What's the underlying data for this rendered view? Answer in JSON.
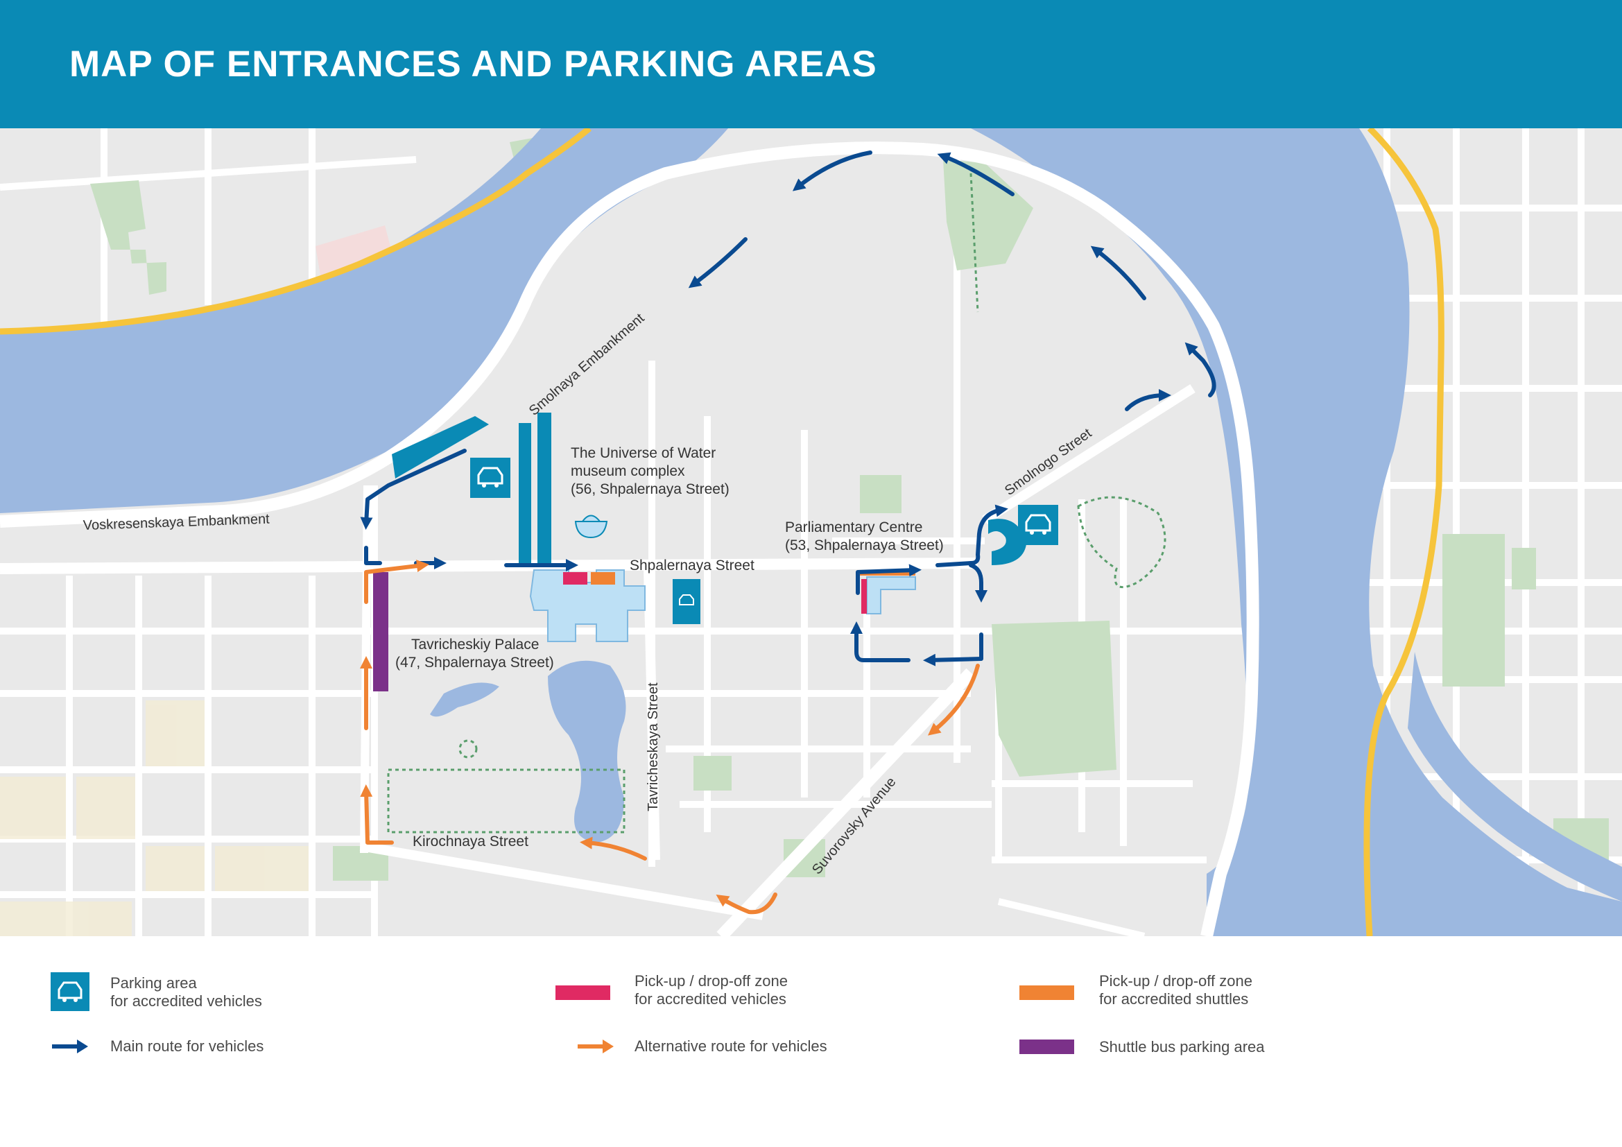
{
  "title": "MAP OF ENTRANCES AND PARKING AREAS",
  "colors": {
    "header": "#0a8ab5",
    "water": "#9cb8e0",
    "land": "#e8e8e8",
    "road": "#ffffff",
    "park": "#c8dfc3",
    "main_route": "#0a4a90",
    "alt_route": "#f08333",
    "pickup_vehicles": "#e02a63",
    "pickup_shuttles": "#f08333",
    "shuttle_parking": "#7b3189",
    "parking": "#0a8ab5"
  },
  "map": {
    "streets": {
      "voskresenskaya": "Voskresenskaya Embankment",
      "smolnaya": "Smolnaya Embankment",
      "shpalernaya": "Shpalernaya Street",
      "smolnogo": "Smolnogo Street",
      "tavricheskaya": "Tavricheskaya Street",
      "kirochnaya": "Kirochnaya Street",
      "suvorovsky": "Suvorovsky Avenue"
    },
    "places": {
      "water_museum_line1": "The Universe of Water",
      "water_museum_line2": "museum complex",
      "water_museum_line3": "(56, Shpalernaya Street)",
      "parliament_line1": "Parliamentary Centre",
      "parliament_line2": "(53, Shpalernaya Street)",
      "tavricheskiy_line1": "Tavricheskiy Palace",
      "tavricheskiy_line2": "(47, Shpalernaya Street)"
    },
    "icons": {
      "parking": "car-icon",
      "fountain": "fountain-icon"
    }
  },
  "legend": {
    "parking_line1": "Parking area",
    "parking_line2": "for accredited vehicles",
    "pickup_vehicles_line1": "Pick-up / drop-off zone",
    "pickup_vehicles_line2": "for accredited vehicles",
    "pickup_shuttles_line1": "Pick-up / drop-off zone",
    "pickup_shuttles_line2": "for accredited shuttles",
    "main_route": "Main route for vehicles",
    "alt_route": "Alternative route for vehicles",
    "shuttle_parking": "Shuttle bus parking area"
  }
}
